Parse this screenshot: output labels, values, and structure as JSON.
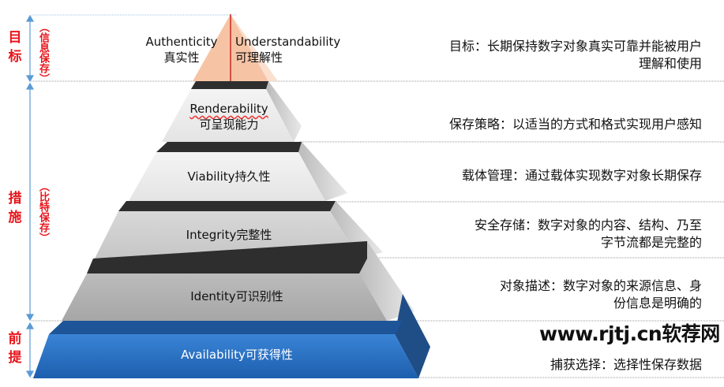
{
  "sections": {
    "goal": "目标",
    "goal_sub": "（信息保存）",
    "measures": "措施",
    "measures_sub": "（比特保存）",
    "premise": "前提"
  },
  "pyramid": {
    "top_left_en": "Authenticity",
    "top_left_cn": "真实性",
    "top_right_en": "Understandability",
    "top_right_cn": "可理解性",
    "levels": [
      {
        "en": "Renderability",
        "cn": "可呈现能力"
      },
      {
        "label": "Viability持久性"
      },
      {
        "label": "Integrity完整性"
      },
      {
        "label": "Identity可识别性"
      },
      {
        "label": "Availability可获得性"
      }
    ]
  },
  "descriptions": [
    "目标：长期保持数字对象真实可靠并能被用户",
    "理解和使用",
    "保存策略：以适当的方式和格式实现用户感知",
    "载体管理：通过载体实现数字对象长期保存",
    "安全存储：数字对象的内容、结构、乃至",
    "字节流都是完整的",
    "对象描述：数字对象的来源信息、身",
    "份信息是明确的",
    "捕获选择：选择性保存数据"
  ],
  "watermark": "www.rjtj.cn软荐网",
  "colors": {
    "label_red": "#e8141b",
    "peach": "#f6c4a5",
    "blue": "#2a6fc0"
  }
}
